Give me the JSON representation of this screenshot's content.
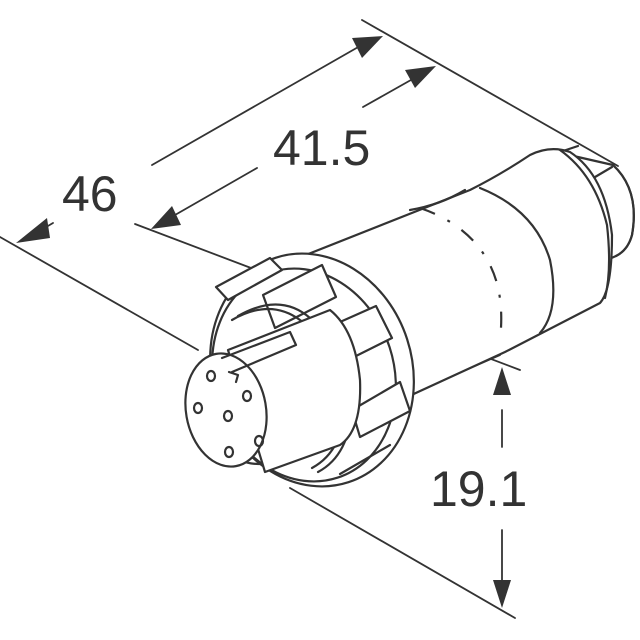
{
  "drawing": {
    "subject": "Right-angle circular connector, 6-position female",
    "line_color": "#333333",
    "background": "#ffffff",
    "pin_count": 6
  },
  "dimensions": {
    "overall_length": {
      "label": "46",
      "value": 46
    },
    "body_length": {
      "label": "41.5",
      "value": 41.5
    },
    "height": {
      "label": "19.1",
      "value": 19.1
    }
  }
}
